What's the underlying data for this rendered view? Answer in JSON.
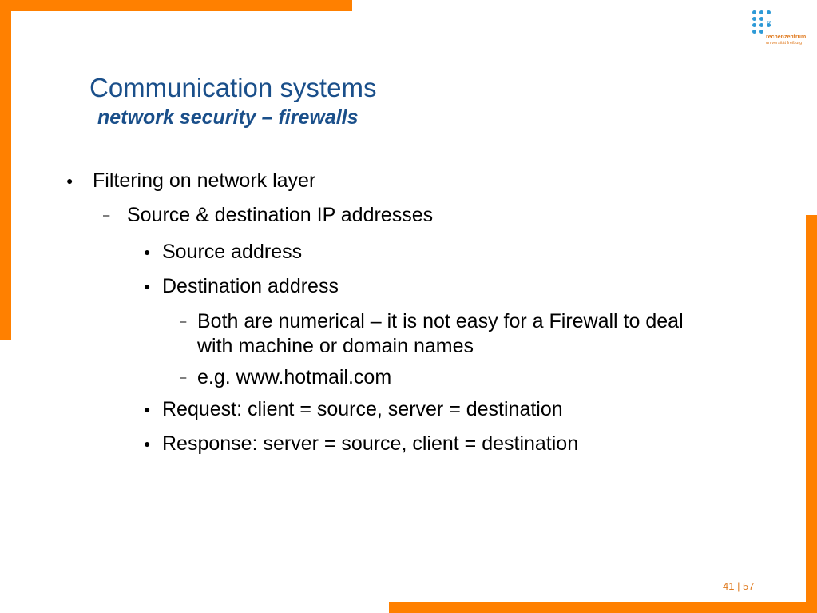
{
  "theme": {
    "accent": "#ff8000",
    "title_color": "#1a4f8a",
    "logo_blue": "#2e9ad7"
  },
  "logo": {
    "badge": "rz",
    "name": "rechenzentrum",
    "university": "universität freiburg"
  },
  "slide": {
    "title": "Communication systems",
    "subtitle": "network security – firewalls"
  },
  "bullets": {
    "l1": "Filtering on network layer",
    "l2": "Source & destination IP addresses",
    "l3a": "Source address",
    "l3b": "Destination address",
    "l4a_line1": "Both are numerical – it is not easy for a Firewall to deal",
    "l4a_line2": "with machine or domain names",
    "l4b": "e.g. www.hotmail.com",
    "l3c": "Request: client = source, server = destination",
    "l3d": "Response: server = source, client = destination"
  },
  "markers": {
    "dot": "●",
    "dash": "–"
  },
  "footer": {
    "page_indicator": "41 | 57"
  }
}
